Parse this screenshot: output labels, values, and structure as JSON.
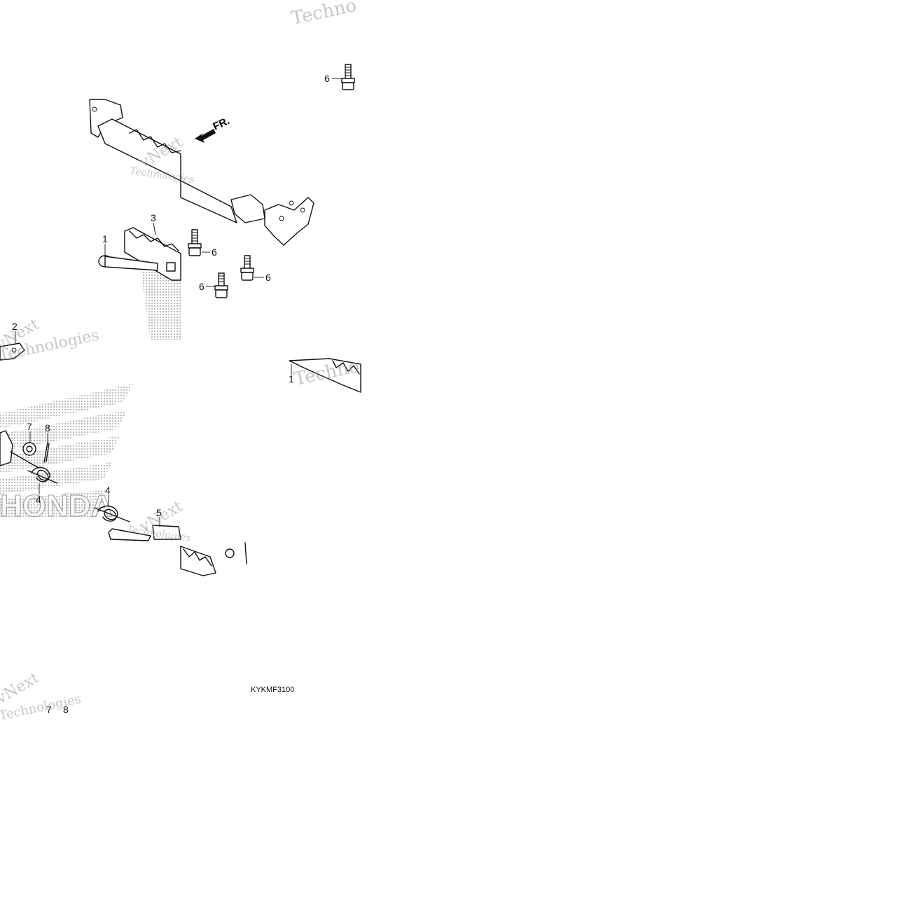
{
  "diagram": {
    "part_code": "KYKMF3100",
    "direction_label": "FR.",
    "watermarks": [
      "vNext",
      "Technologies",
      "Techno"
    ],
    "callouts": [
      {
        "id": "c1a",
        "label": "1"
      },
      {
        "id": "c1b",
        "label": "1"
      },
      {
        "id": "c2",
        "label": "2"
      },
      {
        "id": "c3",
        "label": "3"
      },
      {
        "id": "c4a",
        "label": "4"
      },
      {
        "id": "c4b",
        "label": "4"
      },
      {
        "id": "c5",
        "label": "5"
      },
      {
        "id": "c6a",
        "label": "6"
      },
      {
        "id": "c6b",
        "label": "6"
      },
      {
        "id": "c6c",
        "label": "6"
      },
      {
        "id": "c6d",
        "label": "6"
      },
      {
        "id": "c7a",
        "label": "7"
      },
      {
        "id": "c7b",
        "label": "7"
      },
      {
        "id": "c8a",
        "label": "8"
      },
      {
        "id": "c8b",
        "label": "8"
      }
    ],
    "colors": {
      "ink": "#111111",
      "dots": "#8c8c8c",
      "watermark": "#9a9a9a"
    }
  }
}
